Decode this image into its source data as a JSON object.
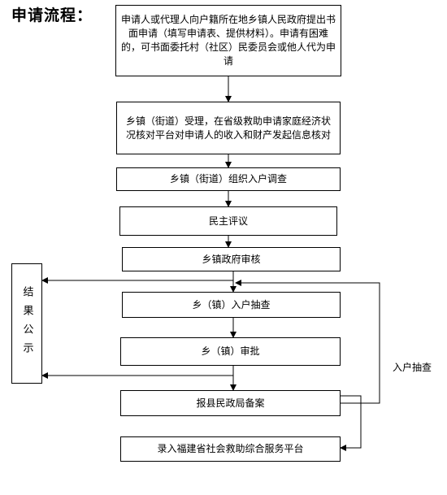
{
  "title": "申请流程：",
  "steps": {
    "s1": "申请人或代理人向户籍所在地乡镇人民政府提出书面申请（填写申请表、提供材料）。申请有困难的，可书面委托村（社区）民委员会或他人代为申请",
    "s2": "乡镇（街道）受理，在省级救助申请家庭经济状况核对平台对申请人的收入和财产发起信息核对",
    "s3": "乡镇（街道）组织入户调查",
    "s4": "民主评议",
    "s5": "乡镇政府审核",
    "s6": "乡（镇）入户抽查",
    "s7": "乡（镇）审批",
    "s8": "报县民政局备案",
    "s9": "录入福建省社会救助综合服务平台"
  },
  "publicity": "结果公示",
  "side_label": "入户抽查"
}
